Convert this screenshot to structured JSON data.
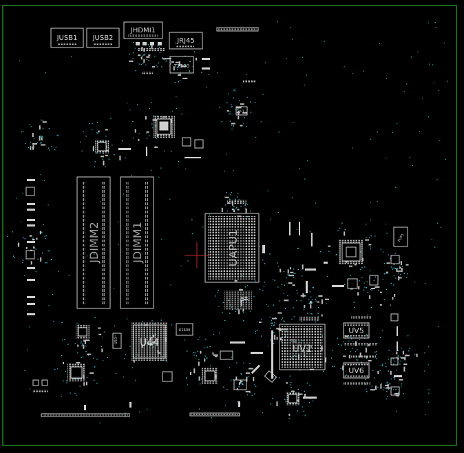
{
  "view": {
    "background": "#000000",
    "board_edge_color": "#1f8a1f",
    "silkscreen_color": "#d8d8d8",
    "via_color": "#38b8c8",
    "cursor_color": "#c02a2a"
  },
  "components": {
    "jusb1": "JUSB1",
    "jusb2": "JUSB2",
    "jhdmi1": "JHDMI1",
    "jrj45": "JRJ45",
    "t2500": "T2500",
    "jdimm2": "JDIMM2",
    "jdimm1": "JDIMM1",
    "uapu1": "UAPU1",
    "u44": "U44",
    "uv1": "UV1",
    "uv5": "UV5",
    "uv6": "UV6",
    "u2600": "U2600"
  }
}
